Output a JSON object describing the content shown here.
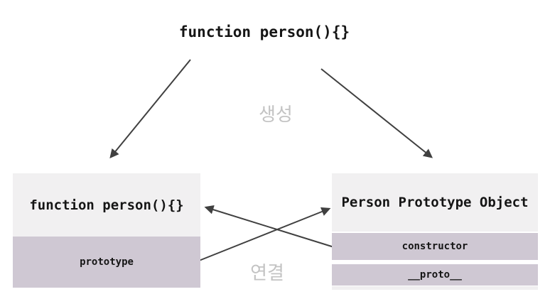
{
  "diagram": {
    "top_node": {
      "label": "function person(){}"
    },
    "edge_labels": {
      "create": "생성",
      "link": "연결"
    },
    "left_box": {
      "title": "function person(){}",
      "rows": [
        "prototype"
      ]
    },
    "right_box": {
      "title": "Person Prototype Object",
      "rows": [
        "constructor",
        "__proto__"
      ]
    },
    "colors": {
      "header_bg": "#f1f0f1",
      "row_bg": "#cfc8d3",
      "arrow": "#404040",
      "edge_label_text": "#c3c3c3",
      "node_text": "#151515",
      "background": "#ffffff"
    }
  }
}
